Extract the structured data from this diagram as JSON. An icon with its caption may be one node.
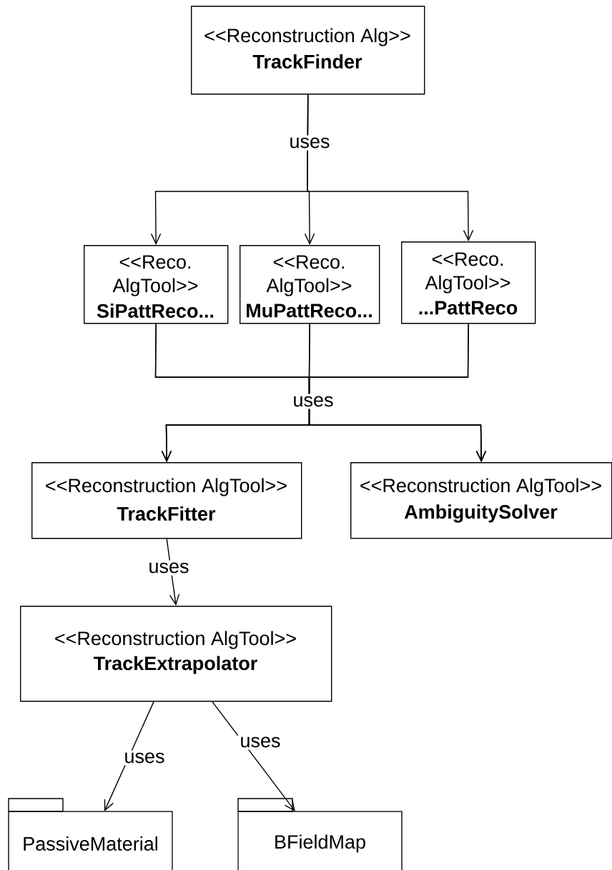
{
  "diagram": {
    "nodes": [
      {
        "text": [
          "<<Reconstruction Alg>>",
          "TrackFinder"
        ]
      },
      {
        "text": [
          "<<Reco. AlgTool>>",
          "SiPattReco..."
        ]
      },
      {
        "text": [
          "<<Reco. AlgTool>>",
          "MuPattReco..."
        ]
      },
      {
        "text": [
          "<<Reco. AlgTool>>",
          "...PattReco"
        ]
      },
      {
        "text": [
          "<<Reconstruction AlgTool>>",
          "TrackFitter"
        ]
      },
      {
        "text": [
          "<<Reconstruction AlgTool>>",
          "AmbiguitySolver"
        ]
      },
      {
        "text": [
          "<<Reconstruction AlgTool>>",
          "TrackExtrapolator"
        ]
      },
      {
        "text": [
          "PassiveMaterial"
        ]
      },
      {
        "text": [
          "BFieldMap"
        ]
      }
    ],
    "edges": [
      {
        "from": 0,
        "to": 1,
        "arrow": "to",
        "label": "uses"
      },
      {
        "from": 0,
        "to": 2,
        "arrow": "to"
      },
      {
        "from": 0,
        "to": 3,
        "arrow": "to"
      },
      {
        "from": 1,
        "to": 4,
        "arrow": "to",
        "label": "uses"
      },
      {
        "from": 1,
        "to": 5,
        "arrow": "to"
      },
      {
        "from": 2,
        "to": 4,
        "arrow": "to"
      },
      {
        "from": 2,
        "to": 5,
        "arrow": "to"
      },
      {
        "from": 3,
        "to": 4,
        "arrow": "to"
      },
      {
        "from": 3,
        "to": 5,
        "arrow": "to"
      },
      {
        "from": 4,
        "to": 6,
        "arrow": "to",
        "label": "uses"
      },
      {
        "from": 6,
        "to": 7,
        "arrow": "to",
        "label": "uses"
      },
      {
        "from": 6,
        "to": 8,
        "arrow": "to",
        "label": "uses"
      }
    ]
  }
}
